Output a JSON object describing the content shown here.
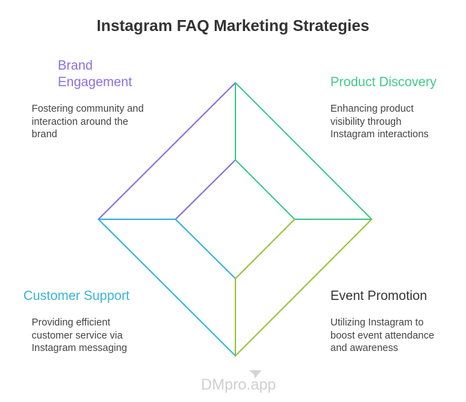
{
  "title": "Instagram FAQ Marketing Strategies",
  "quadrants": [
    {
      "heading": "Brand Engagement",
      "heading_line1": "Brand",
      "heading_line2": "Engagement",
      "description": "Fostering community and interaction around the brand",
      "color": "#8B6FE0"
    },
    {
      "heading": "Product Discovery",
      "description": "Enhancing product visibility through Instagram interactions",
      "color": "#3FC98A"
    },
    {
      "heading": "Customer Support",
      "description": "Providing efficient customer service via Instagram messaging",
      "color": "#38B4D8"
    },
    {
      "heading": "Event Promotion",
      "description": "Utilizing Instagram to boost event attendance and awareness",
      "color": "#9BC43A"
    }
  ],
  "watermark": "DMpro.app"
}
